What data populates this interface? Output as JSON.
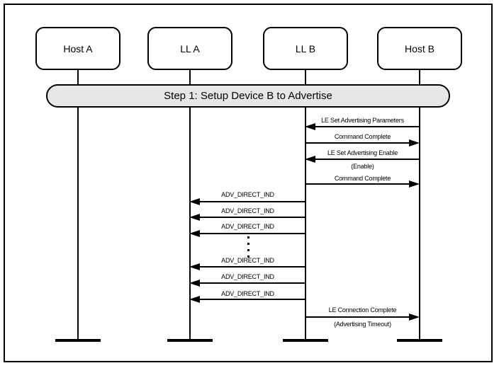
{
  "diagram": {
    "title": "Step 1: Setup Device B to Advertise",
    "participants": [
      {
        "id": "host-a",
        "label": "Host A"
      },
      {
        "id": "ll-a",
        "label": "LL A"
      },
      {
        "id": "ll-b",
        "label": "LL B"
      },
      {
        "id": "host-b",
        "label": "Host B"
      }
    ],
    "messages": [
      {
        "label": "LE Set Advertising Parameters",
        "from": "Host B",
        "to": "LL B",
        "direction": "left"
      },
      {
        "label": "Command Complete",
        "from": "LL B",
        "to": "Host B",
        "direction": "right"
      },
      {
        "label": "LE Set Advertising Enable",
        "sublabel": "(Enable)",
        "from": "Host B",
        "to": "LL B",
        "direction": "left"
      },
      {
        "label": "Command Complete",
        "from": "LL B",
        "to": "Host B",
        "direction": "right"
      },
      {
        "label": "ADV_DIRECT_IND",
        "from": "LL B",
        "to": "LL A",
        "direction": "left"
      },
      {
        "label": "ADV_DIRECT_IND",
        "from": "LL B",
        "to": "LL A",
        "direction": "left"
      },
      {
        "label": "ADV_DIRECT_IND",
        "from": "LL B",
        "to": "LL A",
        "direction": "left"
      },
      {
        "label": "ADV_DIRECT_IND",
        "from": "LL B",
        "to": "LL A",
        "direction": "left"
      },
      {
        "label": "ADV_DIRECT_IND",
        "from": "LL B",
        "to": "LL A",
        "direction": "left"
      },
      {
        "label": "ADV_DIRECT_IND",
        "from": "LL B",
        "to": "LL A",
        "direction": "left"
      },
      {
        "label": "LE Connection Complete",
        "sublabel": "(Advertising Timeout)",
        "from": "LL B",
        "to": "Host B",
        "direction": "right"
      }
    ],
    "ellipsis_between_adv_groups": "⋮",
    "colors": {
      "background": "#ffffff",
      "line": "#000000",
      "banner_fill": "#e7e7e7"
    }
  }
}
